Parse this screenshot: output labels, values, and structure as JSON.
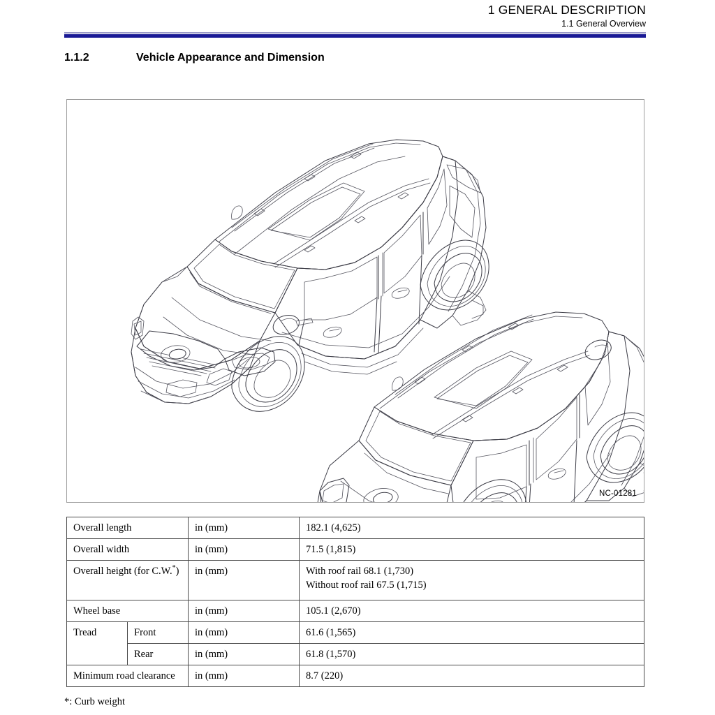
{
  "header": {
    "chapter_title": "1 GENERAL DESCRIPTION",
    "section_title": "1.1 General Overview",
    "rule_color_thin": "#9a9ac8",
    "rule_color_thick": "#1a1a96"
  },
  "section": {
    "number": "1.1.2",
    "name": "Vehicle Appearance and Dimension"
  },
  "figure": {
    "caption": "NC-01281",
    "alt_front": "SUV front three-quarter line drawing",
    "alt_rear": "SUV rear three-quarter line drawing"
  },
  "table": {
    "rows": [
      {
        "label": "Overall length",
        "sublabel": "",
        "unit": "in (mm)",
        "values": [
          "182.1 (4,625)"
        ]
      },
      {
        "label": "Overall width",
        "sublabel": "",
        "unit": "in (mm)",
        "values": [
          "71.5 (1,815)"
        ]
      },
      {
        "label": "Overall height (for C.W.",
        "label_suffix": ")",
        "label_superscript": "*",
        "sublabel": "",
        "unit": "in (mm)",
        "values": [
          "With roof rail 68.1 (1,730)",
          "Without roof rail 67.5 (1,715)"
        ]
      },
      {
        "label": "Wheel base",
        "sublabel": "",
        "unit": "in (mm)",
        "values": [
          "105.1 (2,670)"
        ]
      },
      {
        "label": "Tread",
        "sublabel": "Front",
        "unit": "in (mm)",
        "values": [
          "61.6 (1,565)"
        ]
      },
      {
        "label": "",
        "sublabel": "Rear",
        "unit": "in (mm)",
        "values": [
          "61.8 (1,570)"
        ]
      },
      {
        "label": "Minimum road clearance",
        "sublabel": "",
        "unit": "in (mm)",
        "values": [
          "8.7 (220)"
        ]
      }
    ]
  },
  "footnote": {
    "text": "*: Curb weight"
  }
}
